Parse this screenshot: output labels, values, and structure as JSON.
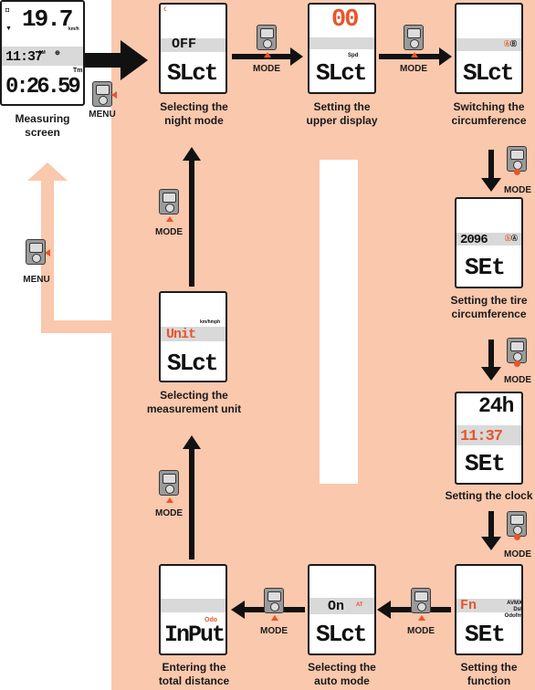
{
  "colors": {
    "accent": "#e8552a",
    "panel": "#f9c8ad",
    "lcd_band": "#d9d9d9"
  },
  "buttons": {
    "mode": "MODE",
    "menu": "MENU"
  },
  "measuring": {
    "speed": "19.7",
    "speed_unit": "km/h",
    "clock": "11:37",
    "am": "AM",
    "time": "0:26.59",
    "tm": "Tm",
    "label_line1": "Measuring",
    "label_line2": "screen"
  },
  "night": {
    "top": "OFF",
    "main": "SLct",
    "label_line1": "Selecting the",
    "label_line2": "night mode"
  },
  "upper": {
    "top": "00",
    "sub": "Spd",
    "main": "SLct",
    "label_line1": "Setting the",
    "label_line2": "upper display"
  },
  "circ": {
    "main": "SLct",
    "label_line1": "Switching the",
    "label_line2": "circumference"
  },
  "tire": {
    "top": "2096",
    "main": "SEt",
    "label_line1": "Setting the tire",
    "label_line2": "circumference"
  },
  "clock": {
    "top": "24h",
    "mid": "11:37",
    "main": "SEt",
    "label": "Setting the clock"
  },
  "function": {
    "top": "Fn",
    "icons": "AVMX Dst Odofm",
    "main": "SEt",
    "label_line1": "Setting the",
    "label_line2": "function"
  },
  "auto": {
    "top": "On",
    "main": "SLct",
    "label_line1": "Selecting the",
    "label_line2": "auto mode"
  },
  "distance": {
    "top": "Odo",
    "main": "InPut",
    "label_line1": "Entering the",
    "label_line2": "total distance"
  },
  "unit": {
    "top": "Unit",
    "sub": "km/hmph",
    "main": "SLct",
    "label_line1": "Selecting the",
    "label_line2": "measurement unit"
  }
}
